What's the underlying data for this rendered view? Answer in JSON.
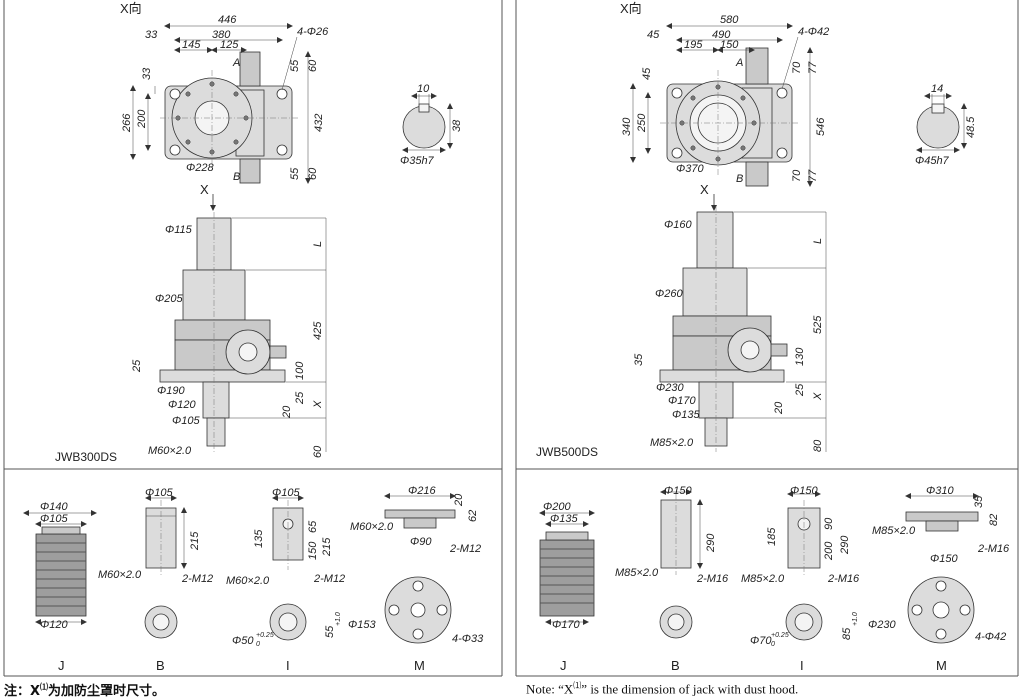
{
  "left": {
    "view_label": "X向",
    "model": "JWB300DS",
    "top": {
      "w446": "446",
      "w380": "380",
      "w33": "33",
      "w145": "145",
      "w125": "125",
      "holes": "4-Φ26",
      "h33": "33",
      "h266": "266",
      "h200": "200",
      "h432": "432",
      "h55a": "55",
      "h60a": "60",
      "h55b": "55",
      "h60b": "60",
      "d228": "Φ228",
      "A": "A",
      "B": "B"
    },
    "key": {
      "w": "10",
      "h": "38",
      "d": "Φ35h7"
    },
    "x_arrow": "X",
    "front": {
      "d115": "Φ115",
      "L": "L",
      "d205": "Φ205",
      "h425": "425",
      "h25a": "25",
      "h100": "100",
      "d190": "Φ190",
      "d120": "Φ120",
      "h25b": "25",
      "X": "X",
      "d105": "Φ105",
      "h20": "20",
      "thread": "M60×2.0",
      "h60": "60"
    },
    "J": {
      "label": "J",
      "d140": "Φ140",
      "d105": "Φ105",
      "d120": "Φ120"
    },
    "B": {
      "label": "B",
      "d105": "Φ105",
      "h215": "215",
      "thread": "M60×2.0",
      "tap": "2-M12"
    },
    "I": {
      "label": "I",
      "d105": "Φ105",
      "h135": "135",
      "h65": "65",
      "h150": "150",
      "h215": "215",
      "thread": "M60×2.0",
      "tap": "2-M12",
      "d50": "Φ50",
      "tol": "+0.25",
      "tol0": "0",
      "h55": "55",
      "h55tol": "+1.0"
    },
    "M": {
      "label": "M",
      "d216": "Φ216",
      "h20": "20",
      "h62": "62",
      "thread": "M60×2.0",
      "d90": "Φ90",
      "tap": "2-M12",
      "d153": "Φ153",
      "holes": "4-Φ33"
    }
  },
  "right": {
    "view_label": "X向",
    "model": "JWB500DS",
    "top": {
      "w580": "580",
      "w490": "490",
      "w45": "45",
      "w195": "195",
      "w150": "150",
      "holes": "4-Φ42",
      "h45": "45",
      "h340": "340",
      "h250": "250",
      "h546": "546",
      "h70a": "70",
      "h77a": "77",
      "h70b": "70",
      "h77b": "77",
      "d370": "Φ370",
      "A": "A",
      "B": "B"
    },
    "key": {
      "w": "14",
      "h": "48.5",
      "d": "Φ45h7"
    },
    "x_arrow": "X",
    "front": {
      "d160": "Φ160",
      "L": "L",
      "d260": "Φ260",
      "h525": "525",
      "h35": "35",
      "h130": "130",
      "d230": "Φ230",
      "d170": "Φ170",
      "h25": "25",
      "X": "X",
      "d135": "Φ135",
      "h20": "20",
      "thread": "M85×2.0",
      "h80": "80"
    },
    "J": {
      "label": "J",
      "d200": "Φ200",
      "d135": "Φ135",
      "d170": "Φ170"
    },
    "B": {
      "label": "B",
      "d150": "Φ150",
      "h290": "290",
      "thread": "M85×2.0",
      "tap": "2-M16"
    },
    "I": {
      "label": "I",
      "d150": "Φ150",
      "h185": "185",
      "h90": "90",
      "h200": "200",
      "h290": "290",
      "thread": "M85×2.0",
      "tap": "2-M16",
      "d70": "Φ70",
      "tol": "+0.25",
      "tol0": "0",
      "h85": "85",
      "h85tol": "+1.0"
    },
    "M": {
      "label": "M",
      "d310": "Φ310",
      "h35": "35",
      "h82": "82",
      "thread": "M85×2.0",
      "d150": "Φ150",
      "tap": "2-M16",
      "d230": "Φ230",
      "holes": "4-Φ42"
    }
  },
  "notes": {
    "cn_a": "注：X",
    "cn_sup": "⑴",
    "cn_b": "为加防尘罩时尺寸。",
    "en_a": "Note: “X",
    "en_sup": "⑴",
    "en_b": "” is the dimension of jack with dust hood."
  }
}
